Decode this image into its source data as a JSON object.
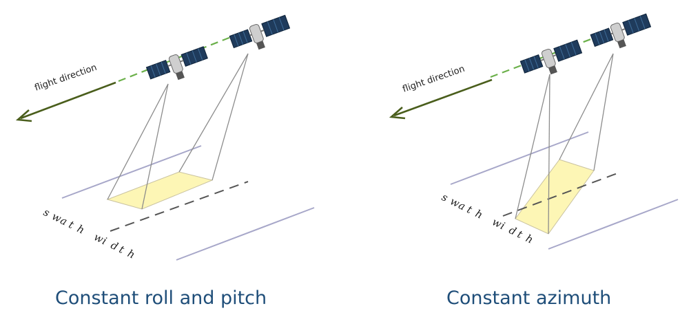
{
  "colors": {
    "arrow": "#4a5e1c",
    "orbit_dash": "#6bb04a",
    "swath_fill": "#fdf6b5",
    "border_line": "#a7a7c9",
    "nadir_dash": "#555555",
    "beam_line": "#8c8c8c",
    "solar_panel": "#1f3b5c",
    "caption": "#1f4e79"
  },
  "panels": [
    {
      "flight_label": "flight direction",
      "swath_label": "swath width",
      "caption": "Constant roll and pitch",
      "satellite_icons": [
        "satellite-icon",
        "satellite-icon"
      ]
    },
    {
      "flight_label": "flight direction",
      "swath_label": "swath width",
      "caption": "Constant azimuth",
      "satellite_icons": [
        "satellite-icon",
        "satellite-icon"
      ]
    }
  ]
}
